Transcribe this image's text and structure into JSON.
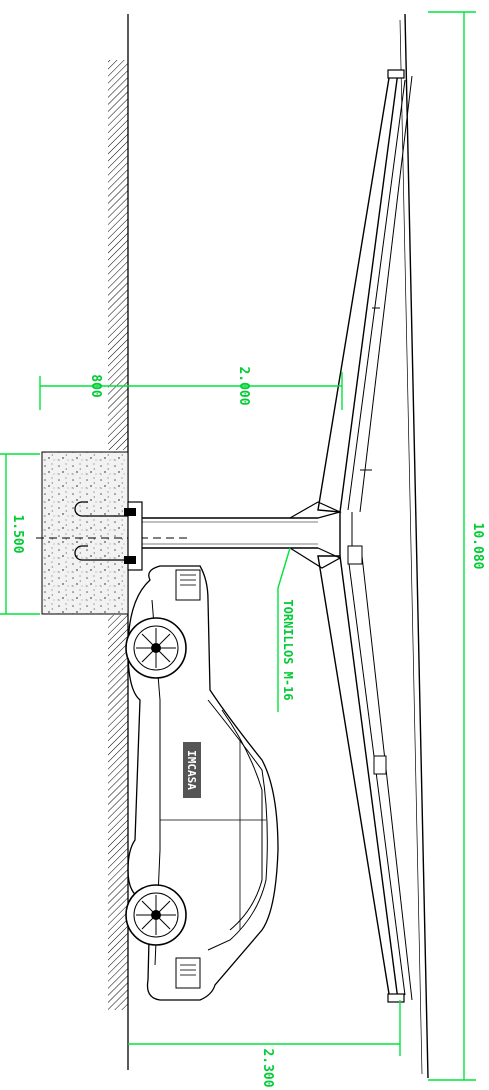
{
  "dimensions": {
    "d800": "800",
    "d2000": "2.000",
    "d1500": "1.500",
    "d10080": "10.080",
    "d2300": "2.300"
  },
  "annotations": {
    "bolts": "TORNILLOS M-16"
  },
  "car": {
    "brand_text": "IMCASA"
  },
  "colors": {
    "dimension": "#00e33a",
    "lines": "#000000",
    "concrete": "#f2f2f2"
  }
}
